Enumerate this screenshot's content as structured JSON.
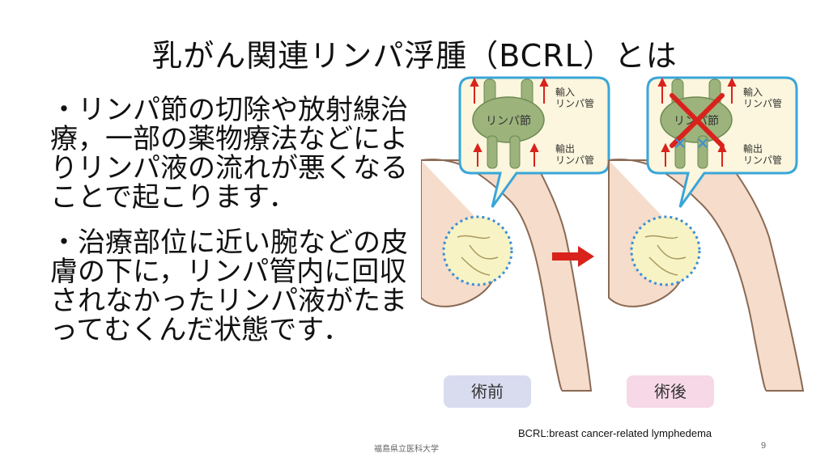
{
  "slide": {
    "title": "乳がん関連リンパ浮腫（BCRL）とは",
    "bullets": [
      "・リンパ節の切除や放射線治療，一部の薬物療法などによりリンパ液の流れが悪くなることで起こります．",
      "・治療部位に近い腕などの皮膚の下に，リンパ管内に回収されなかったリンパ液がたまってむくんだ状態です．"
    ],
    "footnote": "BCRL:breast cancer-related lymphedema",
    "university": "福島県立医科大学",
    "page_number": "9"
  },
  "illustration": {
    "before": {
      "node_label": "リンパ節",
      "input_label": "輸入\nリンパ管",
      "output_label": "輸出\nリンパ管",
      "caption": "術前"
    },
    "after": {
      "node_label": "リンパ節",
      "input_label": "輸入\nリンパ管",
      "output_label": "輸出\nリンパ管",
      "caption": "術後"
    },
    "colors": {
      "skin": "#f6dccb",
      "skin_outline": "#8a6a55",
      "node": "#9cb37c",
      "bubble_border": "#3aa6d8",
      "bubble_fill": "#fbf6dd",
      "arrow": "#d9221c",
      "cross": "#d9221c",
      "dotted_circle": "#3a8fd6",
      "before_caption_bg": "#d9dcef",
      "after_caption_bg": "#f6d8e6"
    }
  }
}
